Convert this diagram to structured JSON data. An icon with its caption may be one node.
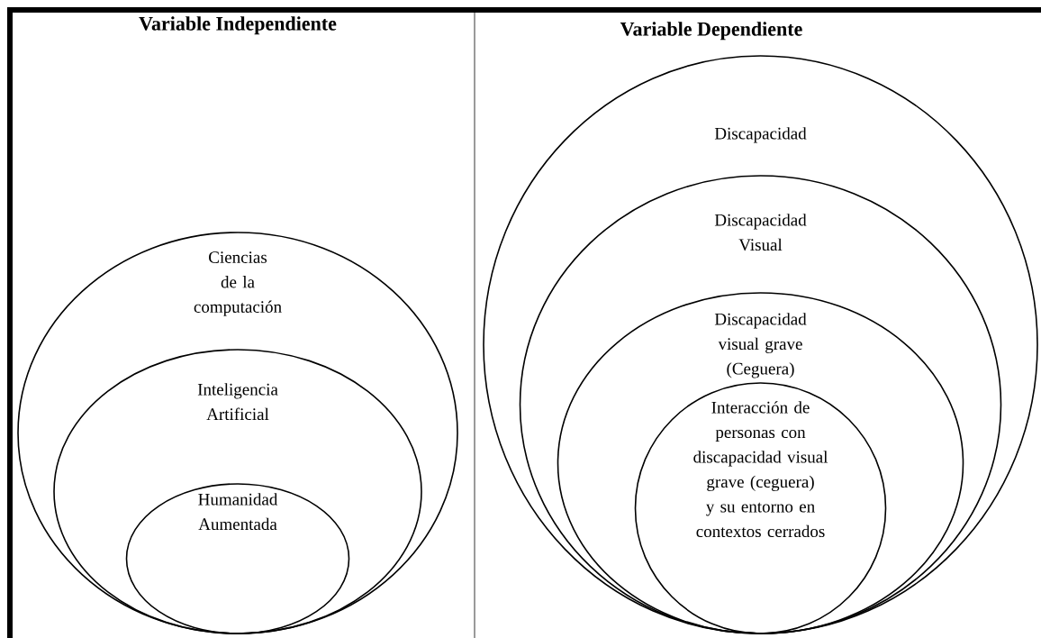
{
  "diagram": {
    "nodes": [
      {
        "text": [
          "Ciencias de la computación"
        ]
      },
      {
        "text": [
          "Inteligencia Artificial"
        ],
        "in": 0
      },
      {
        "text": [
          "Humanidad Aumentada"
        ],
        "in": 1
      },
      {
        "text": [
          "Discapacidad"
        ]
      },
      {
        "text": [
          "Discapacidad Visual"
        ],
        "in": 3
      },
      {
        "text": [
          "Discapacidad visual grave (Ceguera)"
        ],
        "in": 4
      },
      {
        "text": [
          "Interacción de personas con discapacidad visual grave (ceguera) y su entorno en contextos cerrados"
        ],
        "in": 5
      }
    ],
    "labels": [
      "Variable Independiente",
      "Variable Dependiente"
    ]
  }
}
